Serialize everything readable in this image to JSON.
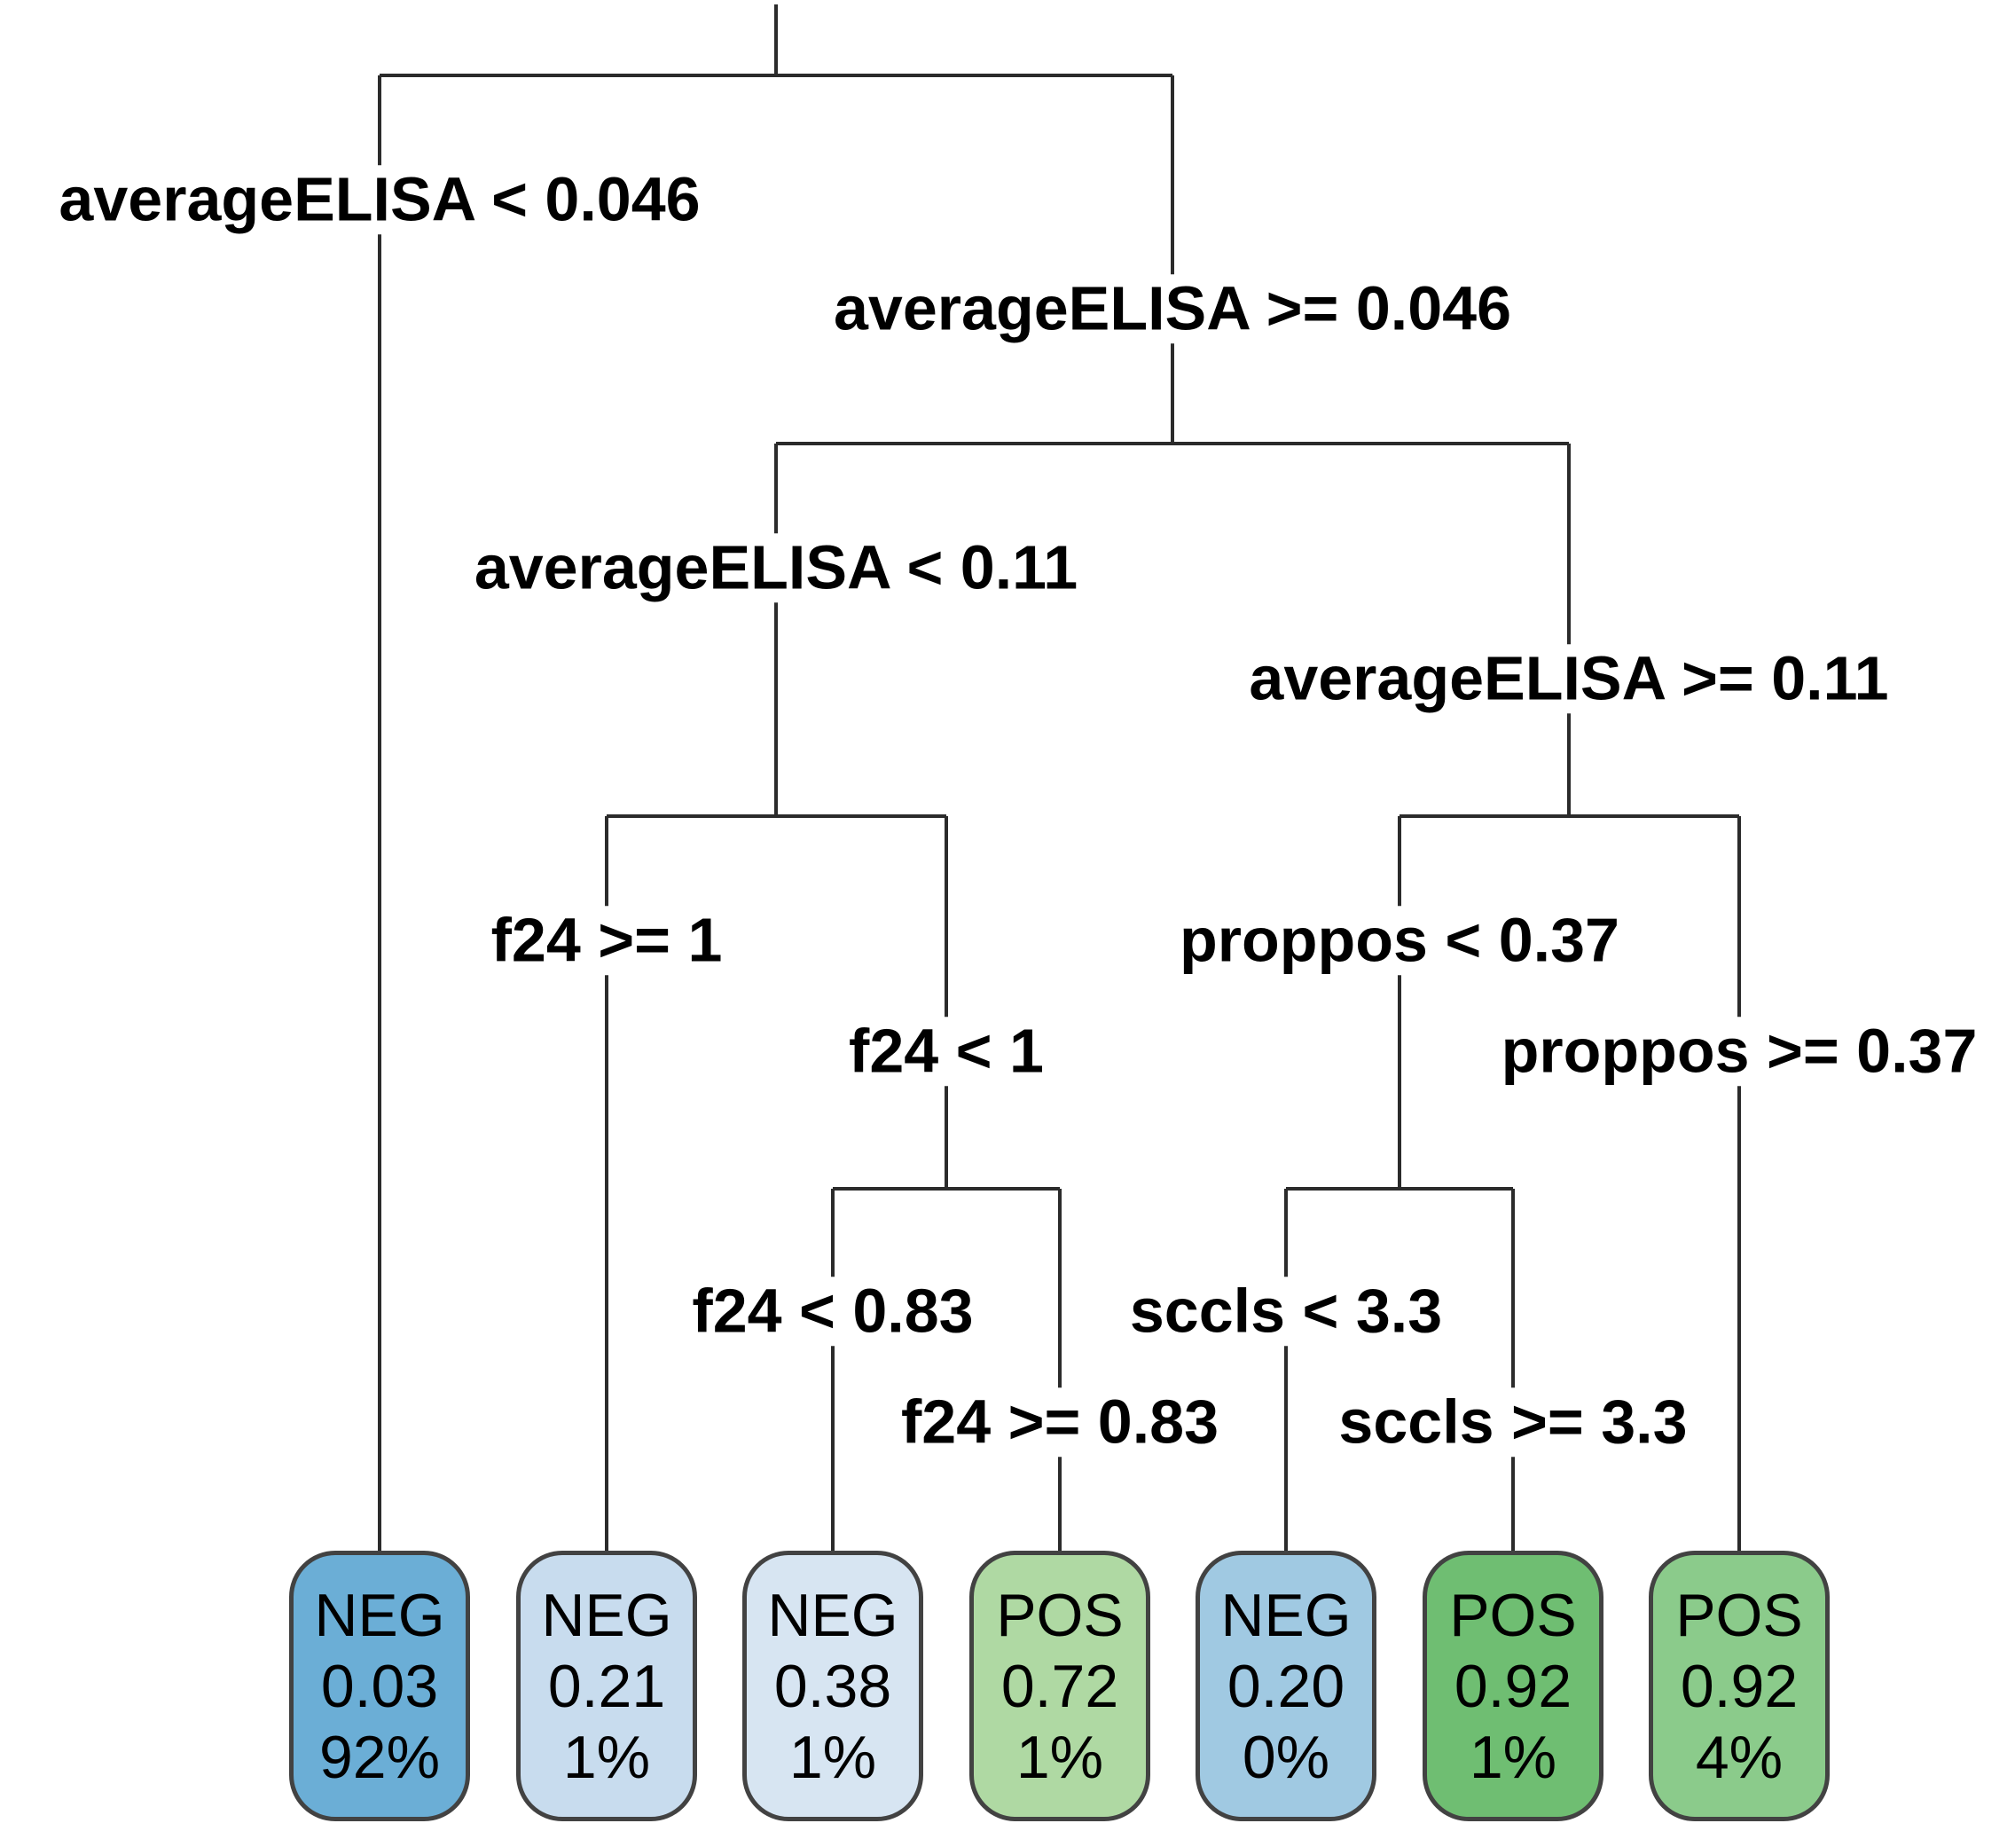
{
  "figure": {
    "type": "decision-tree",
    "line_color": "#2b2b2b",
    "background": "#ffffff",
    "class_colors": {
      "NEG": "blue",
      "POS": "green"
    }
  },
  "tree": {
    "splits": [
      {
        "variable": "averageELISA",
        "left_label": "averageELISA < 0.046",
        "right_label": "averageELISA >= 0.046"
      },
      {
        "variable": "averageELISA",
        "left_label": "averageELISA < 0.11",
        "right_label": "averageELISA >= 0.11"
      },
      {
        "variable": "f24",
        "left_label": "f24 >= 1",
        "right_label": "f24 < 1"
      },
      {
        "variable": "proppos",
        "left_label": "proppos < 0.37",
        "right_label": "proppos >= 0.37"
      },
      {
        "variable": "f24",
        "left_label": "f24 < 0.83",
        "right_label": "f24 >= 0.83"
      },
      {
        "variable": "sccls",
        "left_label": "sccls < 3.3",
        "right_label": "sccls >= 3.3"
      }
    ],
    "leaves": [
      {
        "class": "NEG",
        "prob": "0.03",
        "pct": "92%",
        "fill": "#6BAED6"
      },
      {
        "class": "NEG",
        "prob": "0.21",
        "pct": "1%",
        "fill": "#C8DCEE"
      },
      {
        "class": "NEG",
        "prob": "0.38",
        "pct": "1%",
        "fill": "#D7E5F2"
      },
      {
        "class": "POS",
        "prob": "0.72",
        "pct": "1%",
        "fill": "#AFD9A3"
      },
      {
        "class": "NEG",
        "prob": "0.20",
        "pct": "0%",
        "fill": "#A0C9E2"
      },
      {
        "class": "POS",
        "prob": "0.92",
        "pct": "1%",
        "fill": "#6FBE72"
      },
      {
        "class": "POS",
        "prob": "0.92",
        "pct": "4%",
        "fill": "#8BCB8B"
      }
    ]
  }
}
